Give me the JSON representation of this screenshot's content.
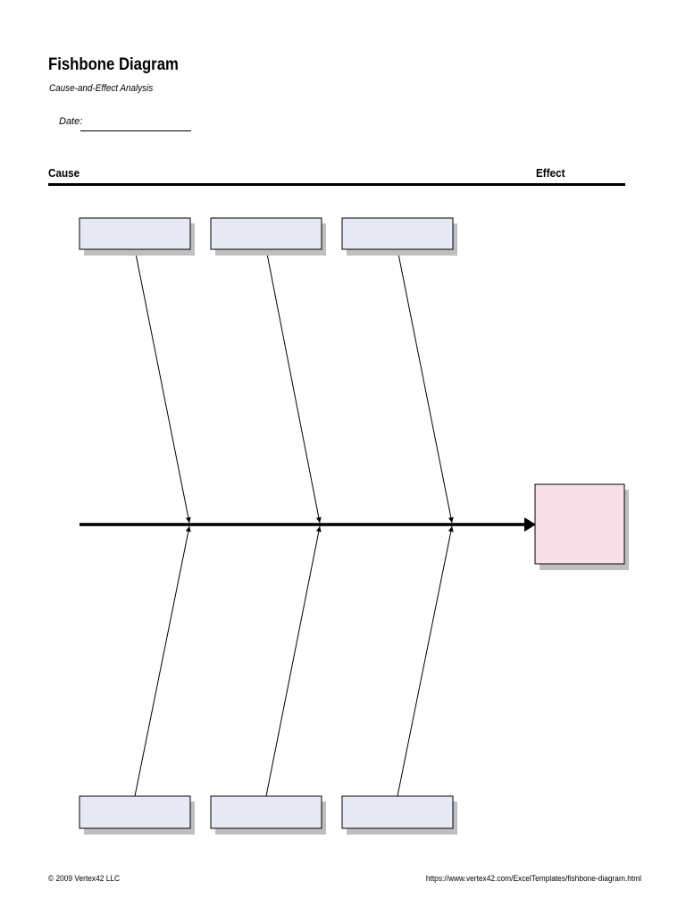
{
  "document": {
    "title": "Fishbone Diagram",
    "subtitle": "Cause-and-Effect Analysis",
    "date_label": "Date:",
    "date_value": ""
  },
  "header": {
    "cause_label": "Cause",
    "effect_label": "Effect"
  },
  "diagram": {
    "top_cause_boxes": [
      "",
      "",
      ""
    ],
    "bottom_cause_boxes": [
      "",
      "",
      ""
    ],
    "effect_box": "",
    "colors": {
      "cause_box_fill": "#e6e8f3",
      "effect_box_fill": "#f9e0e8",
      "shadow": "#bfbfbf",
      "line": "#000000"
    }
  },
  "footer": {
    "copyright": "© 2009 Vertex42 LLC",
    "url": "https://www.vertex42.com/ExcelTemplates/fishbone-diagram.html"
  }
}
